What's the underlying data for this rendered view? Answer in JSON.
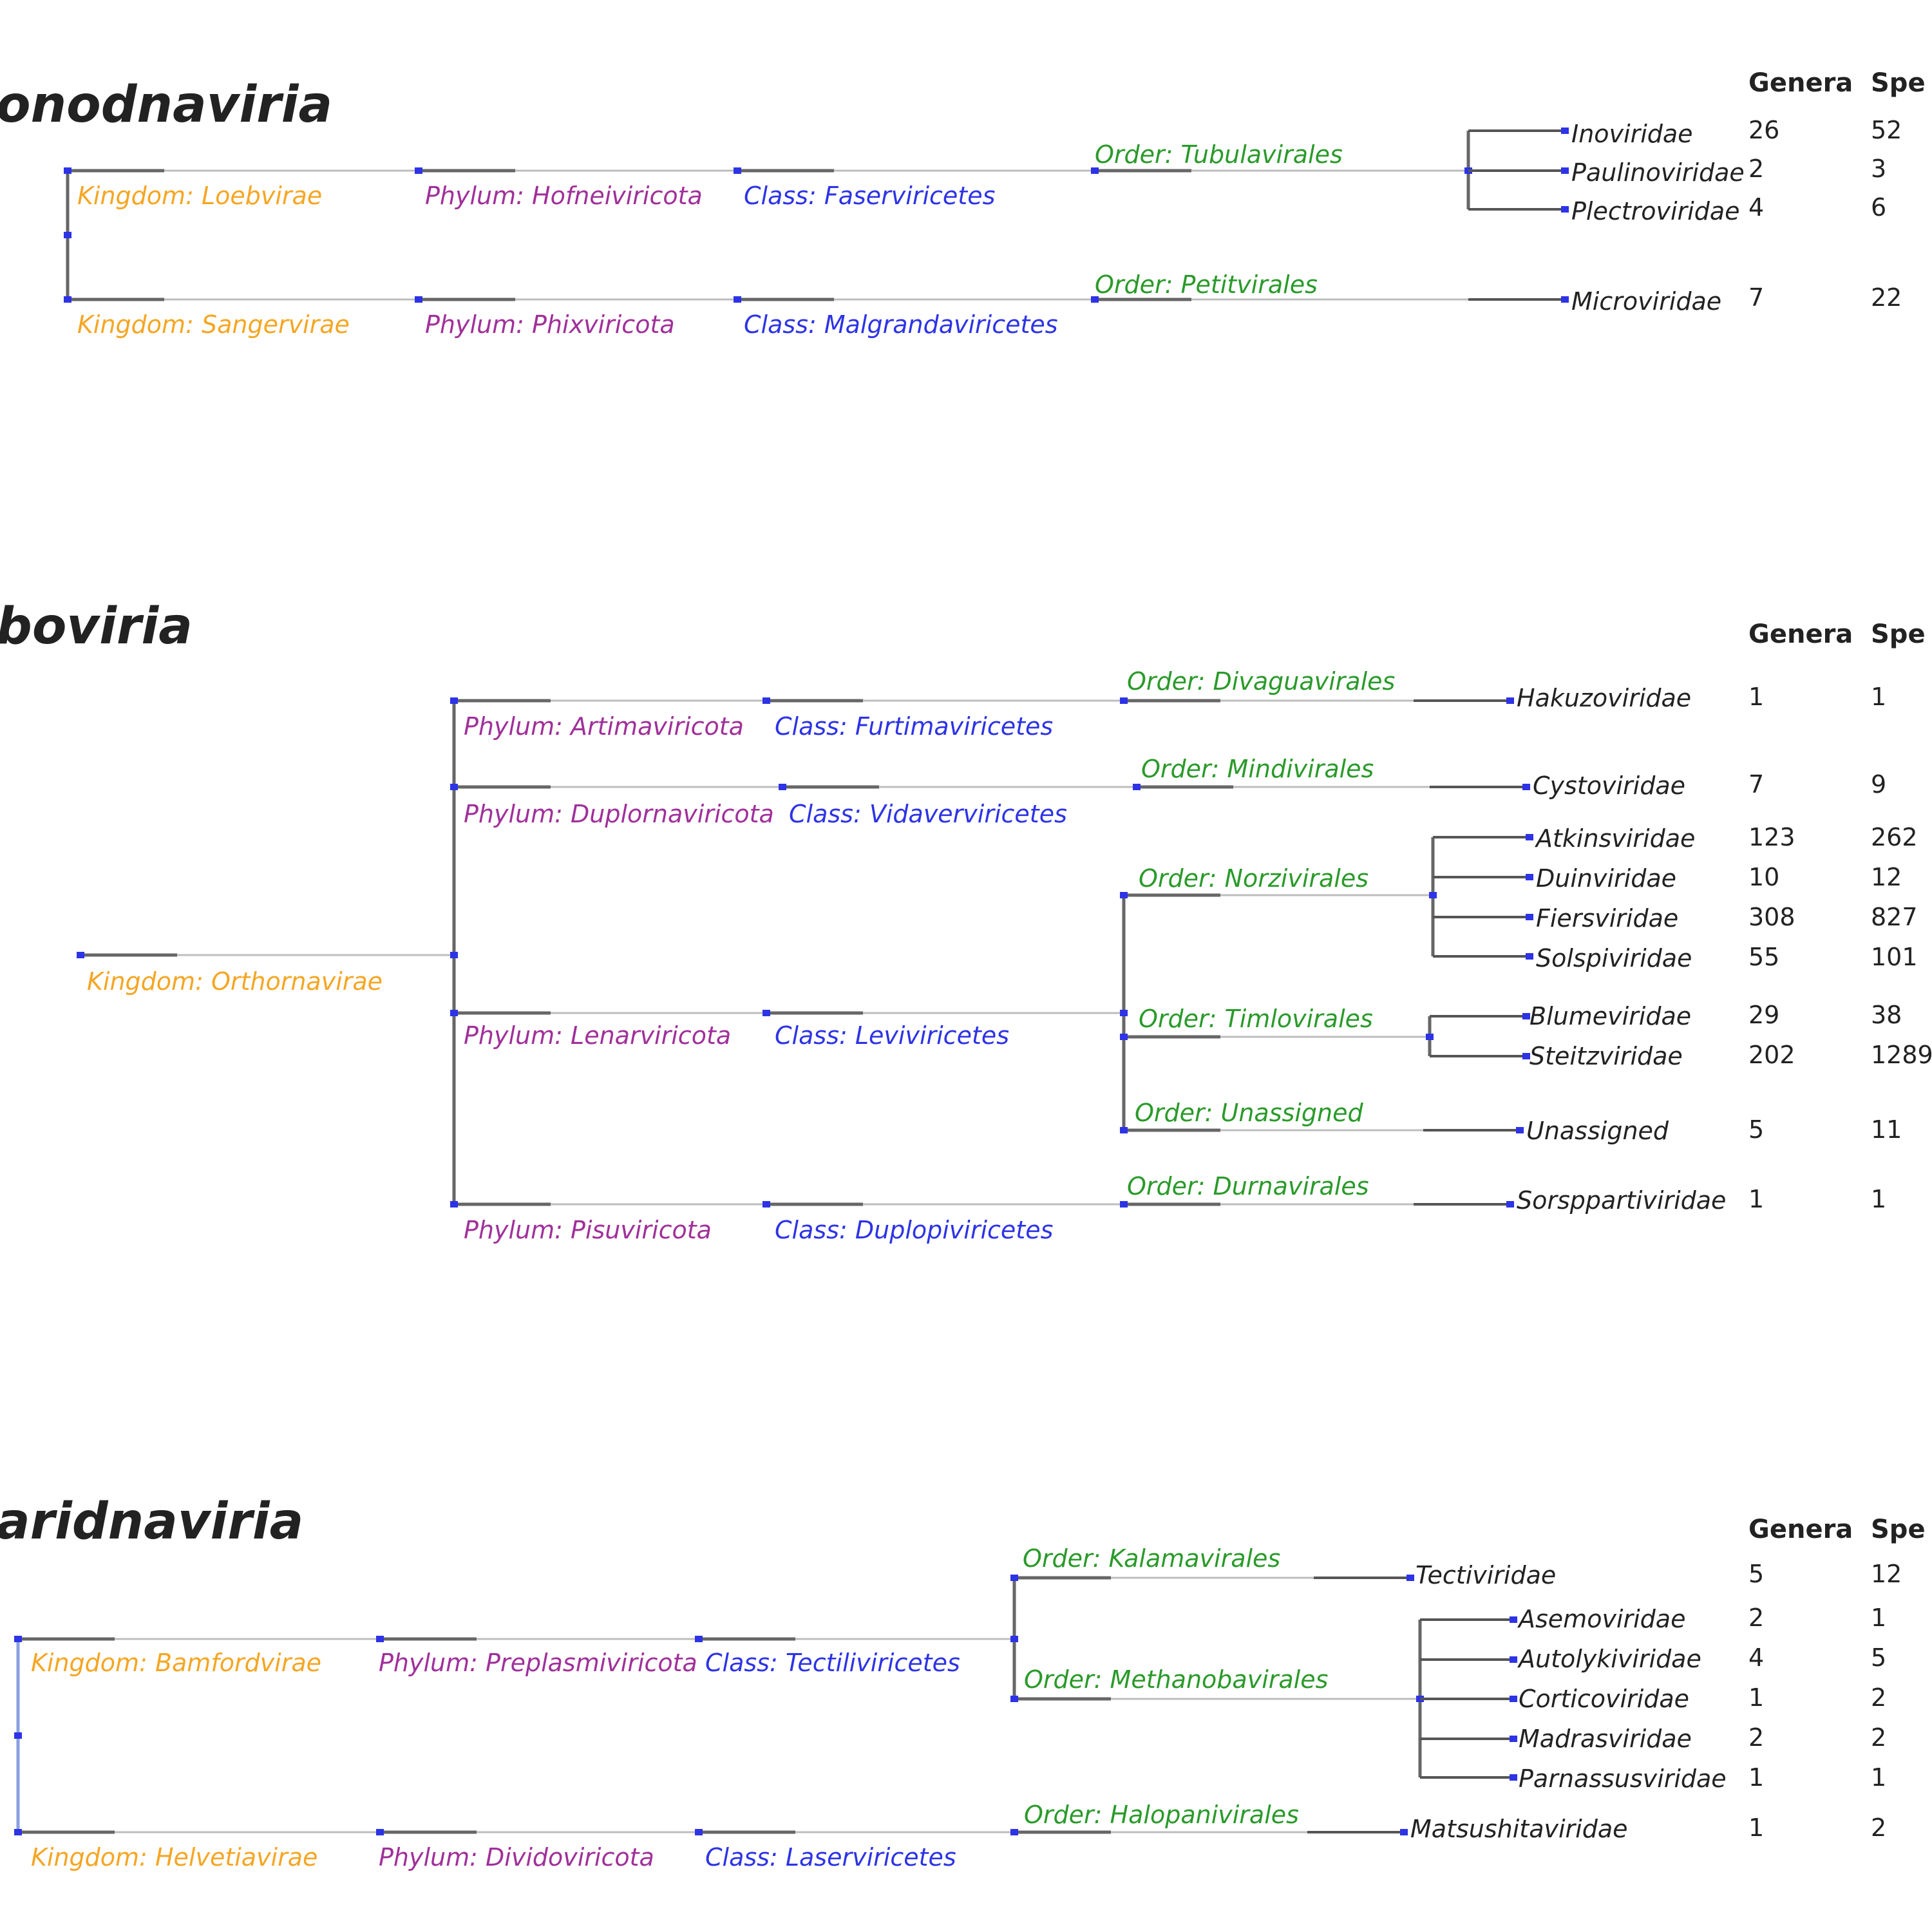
{
  "colors": {
    "kingdom": "#f5a623",
    "phylum": "#a0309a",
    "class": "#2d33e6",
    "order": "#2a9a2a",
    "branch": "#555555",
    "node": "#2d33e6",
    "text": "#222222"
  },
  "headers": {
    "genera": "Genera",
    "species": "Spe"
  },
  "realms": [
    {
      "title": "onodnaviria",
      "kingdoms": [
        "Kingdom: Loebvirae",
        "Kingdom: Sangervirae"
      ],
      "phyla": [
        "Phylum: Hofneiviricota",
        "Phylum: Phixviricota"
      ],
      "classes": [
        "Class: Faserviricetes",
        "Class: Malgrandaviricetes"
      ],
      "orders": [
        "Order: Tubulavirales",
        "Order: Petitvirales"
      ],
      "families": [
        {
          "name": "Inoviridae",
          "genera": "26",
          "species": "52"
        },
        {
          "name": "Paulinoviridae",
          "genera": "2",
          "species": "3"
        },
        {
          "name": "Plectroviridae",
          "genera": "4",
          "species": "6"
        },
        {
          "name": "Microviridae",
          "genera": "7",
          "species": "22"
        }
      ]
    },
    {
      "title": "boviria",
      "kingdoms": [
        "Kingdom: Orthornavirae"
      ],
      "phyla": [
        "Phylum: Artimaviricota",
        "Phylum: Duplornaviricota",
        "Phylum: Lenarviricota",
        "Phylum: Pisuviricota"
      ],
      "classes": [
        "Class: Furtimaviricetes",
        "Class: Vidaverviricetes",
        "Class: Leviviricetes",
        "Class: Duplopiviricetes"
      ],
      "orders": [
        "Order: Divaguavirales",
        "Order: Mindivirales",
        "Order: Norzivirales",
        "Order: Timlovirales",
        "Order: Unassigned",
        "Order: Durnavirales"
      ],
      "families": [
        {
          "name": "Hakuzoviridae",
          "genera": "1",
          "species": "1"
        },
        {
          "name": "Cystoviridae",
          "genera": "7",
          "species": "9"
        },
        {
          "name": "Atkinsviridae",
          "genera": "123",
          "species": "262"
        },
        {
          "name": "Duinviridae",
          "genera": "10",
          "species": "12"
        },
        {
          "name": "Fiersviridae",
          "genera": "308",
          "species": "827"
        },
        {
          "name": "Solspiviridae",
          "genera": "55",
          "species": "101"
        },
        {
          "name": "Blumeviridae",
          "genera": "29",
          "species": "38"
        },
        {
          "name": "Steitzviridae",
          "genera": "202",
          "species": "1289"
        },
        {
          "name": "Unassigned",
          "genera": "5",
          "species": "11"
        },
        {
          "name": "Sorsppartiviridae",
          "genera": "1",
          "species": "1"
        }
      ]
    },
    {
      "title": "aridnaviria",
      "kingdoms": [
        "Kingdom: Bamfordvirae",
        "Kingdom: Helvetiavirae"
      ],
      "phyla": [
        "Phylum: Preplasmiviricota",
        "Phylum: Dividoviricota"
      ],
      "classes": [
        "Class: Tectiliviricetes",
        "Class: Laserviricetes"
      ],
      "orders": [
        "Order: Kalamavirales",
        "Order: Methanobavirales",
        "Order: Halopanivirales"
      ],
      "families": [
        {
          "name": "Tectiviridae",
          "genera": "5",
          "species": "12"
        },
        {
          "name": "Asemoviridae",
          "genera": "2",
          "species": "1"
        },
        {
          "name": "Autolykiviridae",
          "genera": "4",
          "species": "5"
        },
        {
          "name": "Corticoviridae",
          "genera": "1",
          "species": "2"
        },
        {
          "name": "Madrasviridae",
          "genera": "2",
          "species": "2"
        },
        {
          "name": "Parnassusviridae",
          "genera": "1",
          "species": "1"
        },
        {
          "name": "Matsushitaviridae",
          "genera": "1",
          "species": "2"
        }
      ]
    }
  ]
}
